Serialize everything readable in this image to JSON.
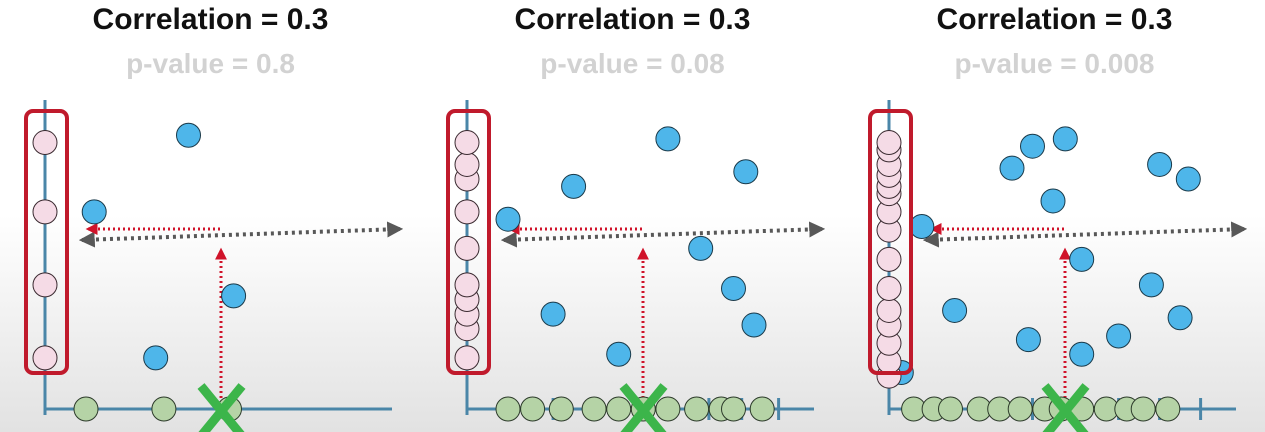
{
  "panels": [
    {
      "title": "Correlation = 0.3",
      "pvalue": "p-value = 0.8",
      "blue_points": [
        {
          "x": 3.5,
          "y": 7.5
        },
        {
          "x": 1.2,
          "y": 5.4
        },
        {
          "x": 4.6,
          "y": 3.1
        },
        {
          "x": 2.7,
          "y": 1.4
        }
      ],
      "x_markers": [
        1.0,
        2.9,
        4.5
      ],
      "y_markers": [
        1.4,
        3.4,
        5.4,
        7.3
      ],
      "green_points": [
        1.0,
        2.9,
        4.5
      ],
      "pink_points": [
        1.4,
        3.4,
        5.4,
        7.3
      ]
    },
    {
      "title": "Correlation = 0.3",
      "pvalue": "p-value = 0.08",
      "blue_points": [
        {
          "x": 4.9,
          "y": 7.4
        },
        {
          "x": 2.6,
          "y": 6.1
        },
        {
          "x": 6.8,
          "y": 6.5
        },
        {
          "x": 1.0,
          "y": 5.2
        },
        {
          "x": 5.7,
          "y": 4.4
        },
        {
          "x": 6.5,
          "y": 3.3
        },
        {
          "x": 2.1,
          "y": 2.6
        },
        {
          "x": 7.0,
          "y": 2.3
        },
        {
          "x": 3.7,
          "y": 1.5
        }
      ],
      "x_markers": [
        1.0,
        2.1,
        3.1,
        4.1,
        5.0,
        5.9,
        6.7,
        7.6
      ],
      "y_markers": [
        1.4,
        3.4,
        5.4,
        7.3
      ],
      "green_points": [
        1.0,
        1.6,
        2.3,
        3.1,
        3.7,
        4.3,
        4.9,
        5.6,
        6.2,
        6.5,
        7.2
      ],
      "pink_points": [
        1.4,
        2.2,
        2.6,
        3.0,
        3.4,
        4.4,
        5.4,
        6.3,
        6.7,
        7.3
      ]
    },
    {
      "title": "Correlation = 0.3",
      "pvalue": "p-value = 0.008",
      "blue_points": [
        {
          "x": 3.5,
          "y": 7.2
        },
        {
          "x": 4.3,
          "y": 7.4
        },
        {
          "x": 3.0,
          "y": 6.6
        },
        {
          "x": 6.6,
          "y": 6.7
        },
        {
          "x": 7.3,
          "y": 6.3
        },
        {
          "x": 4.0,
          "y": 5.7
        },
        {
          "x": 0.8,
          "y": 5.0
        },
        {
          "x": 4.7,
          "y": 4.1
        },
        {
          "x": 6.4,
          "y": 3.4
        },
        {
          "x": 1.6,
          "y": 2.7
        },
        {
          "x": 7.1,
          "y": 2.5
        },
        {
          "x": 5.6,
          "y": 2.0
        },
        {
          "x": 3.4,
          "y": 1.9
        },
        {
          "x": 4.7,
          "y": 1.5
        },
        {
          "x": 0.3,
          "y": 1.0
        }
      ],
      "x_markers": [
        1.0,
        2.3,
        3.5,
        4.6,
        5.6,
        6.6,
        7.6
      ],
      "y_markers": [
        1.4,
        3.4,
        5.4,
        7.3
      ],
      "green_points": [
        0.6,
        1.1,
        1.5,
        2.2,
        2.7,
        3.2,
        3.8,
        4.2,
        4.7,
        5.3,
        5.8,
        6.2,
        6.8
      ],
      "pink_points": [
        0.9,
        1.3,
        1.8,
        2.3,
        2.7,
        3.3,
        4.1,
        4.9,
        5.4,
        5.9,
        6.1,
        6.4,
        6.7,
        7.1,
        7.3
      ]
    }
  ],
  "colors": {
    "blue": "#4eb6ea",
    "green": "#b5d3a6",
    "pink": "#f5dbe6",
    "axis": "#4a86a8",
    "highlight": "#c01a2c",
    "arrow_red": "#d0132a",
    "arrow_gray": "#585858",
    "x_mark": "#3cb54a"
  }
}
